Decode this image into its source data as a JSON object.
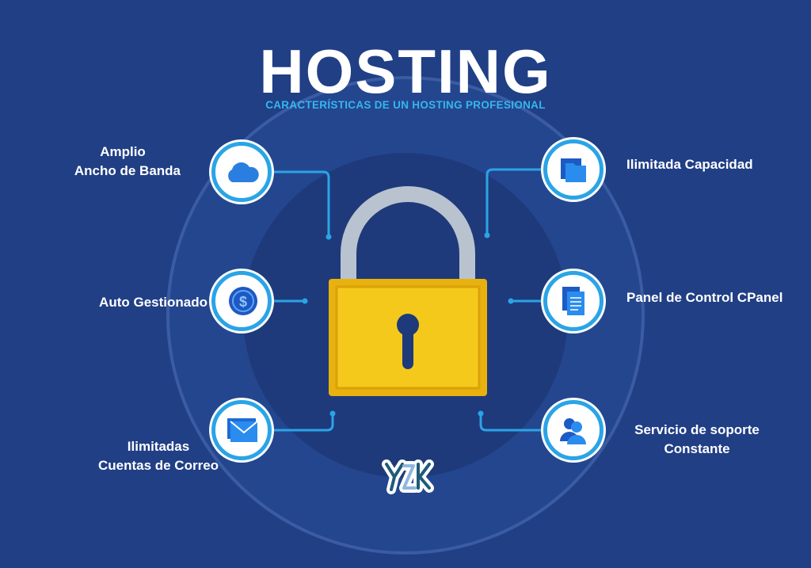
{
  "header": {
    "title": "HOSTING",
    "subtitle": "CARACTERÍSTICAS DE UN HOSTING PROFESIONAL"
  },
  "features": [
    {
      "label_line1": "Amplio",
      "label_line2": "Ancho de Banda",
      "icon": "cloud-icon"
    },
    {
      "label_line1": "Auto Gestionado",
      "icon": "dollar-coin-icon"
    },
    {
      "label_line1": "Ilimitadas",
      "label_line2": "Cuentas de Correo",
      "icon": "envelope-icon"
    },
    {
      "label_line1": "Ilimitada Capacidad",
      "icon": "folder-icon"
    },
    {
      "label_line1": "Panel de Control CPanel",
      "icon": "document-icon"
    },
    {
      "label_line1": "Servicio de soporte",
      "label_line2": "Constante",
      "icon": "user-support-icon"
    }
  ],
  "logo": {
    "text": "Y2K"
  },
  "colors": {
    "background": "#213f85",
    "accent": "#2aa4e6",
    "lock": "#f2c314"
  }
}
